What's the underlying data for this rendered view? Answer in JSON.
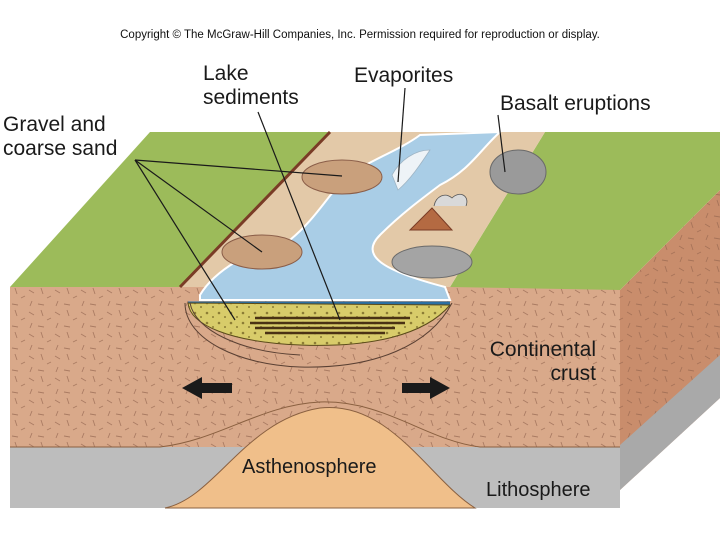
{
  "copyright": "Copyright © The McGraw-Hill Companies, Inc. Permission required for reproduction or display.",
  "labels": {
    "lake_sediments": [
      "Lake",
      "sediments"
    ],
    "evaporites": "Evaporites",
    "basalt_eruptions": "Basalt eruptions",
    "gravel_coarse_sand": [
      "Gravel and",
      "coarse sand"
    ],
    "continental_crust": [
      "Continental",
      "crust"
    ],
    "asthenosphere": "Asthenosphere",
    "lithosphere": "Lithosphere"
  },
  "colors": {
    "crust": "#d9a98a",
    "crust_side": "#c98d6c",
    "grass": "#9cbb5a",
    "water": "#a9cde6",
    "asthenosphere": "#f0bf8a",
    "lithosphere": "#bdbdbd",
    "sediment": "#d8cc6a"
  }
}
